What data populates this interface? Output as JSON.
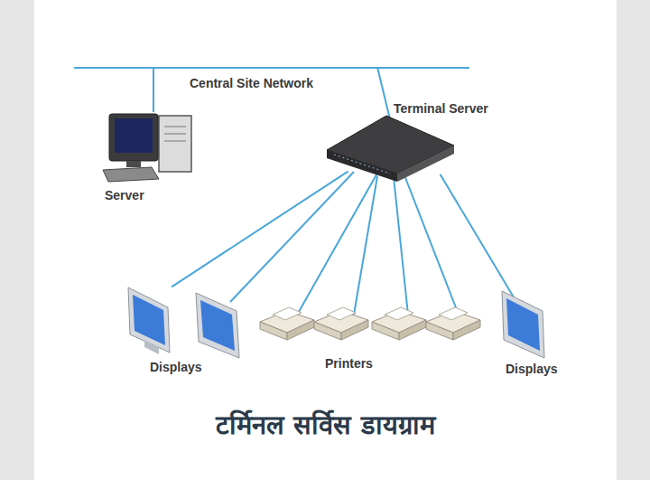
{
  "diagram": {
    "caption": "टर्मिनल सर्विस डायग्राम",
    "nodes": [
      {
        "text": [
          "Central Site Network"
        ]
      },
      {
        "text": [
          "Server"
        ]
      },
      {
        "text": [
          "Terminal Server"
        ]
      },
      {
        "text": [
          "Displays"
        ]
      },
      {
        "text": [
          "Printers"
        ]
      },
      {
        "text": [
          "Displays"
        ]
      }
    ],
    "edges": [
      {
        "from": 0,
        "to": 1,
        "arrow": "none"
      },
      {
        "from": 0,
        "to": 2,
        "arrow": "none"
      },
      {
        "from": 2,
        "to": 3,
        "arrow": "none"
      },
      {
        "from": 2,
        "to": 4,
        "arrow": "none"
      },
      {
        "from": 2,
        "to": 5,
        "arrow": "none"
      }
    ]
  }
}
